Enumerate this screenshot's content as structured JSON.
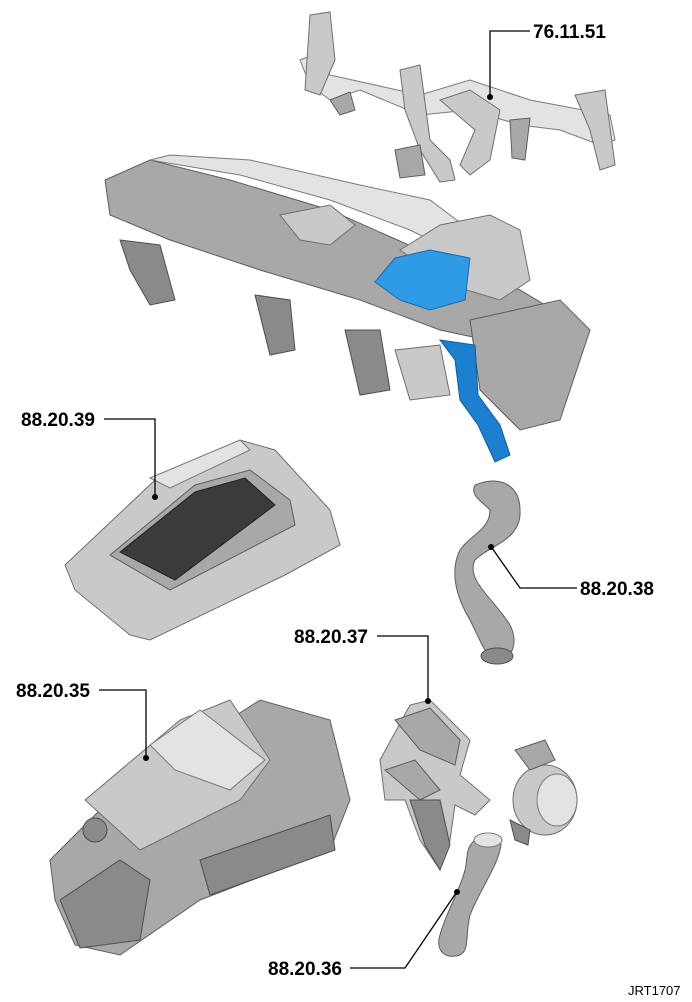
{
  "callouts": [
    {
      "id": "crossbeam",
      "label": "76.11.51"
    },
    {
      "id": "console-surround",
      "label": "88.20.39"
    },
    {
      "id": "duct-upper",
      "label": "88.20.38"
    },
    {
      "id": "bracket",
      "label": "88.20.37"
    },
    {
      "id": "heater-unit",
      "label": "88.20.35"
    },
    {
      "id": "duct-lower",
      "label": "88.20.36"
    }
  ],
  "reference": "JRT1707",
  "colors": {
    "highlight": "#2f9be6",
    "part": "#b0b0b0",
    "background": "#ffffff"
  }
}
